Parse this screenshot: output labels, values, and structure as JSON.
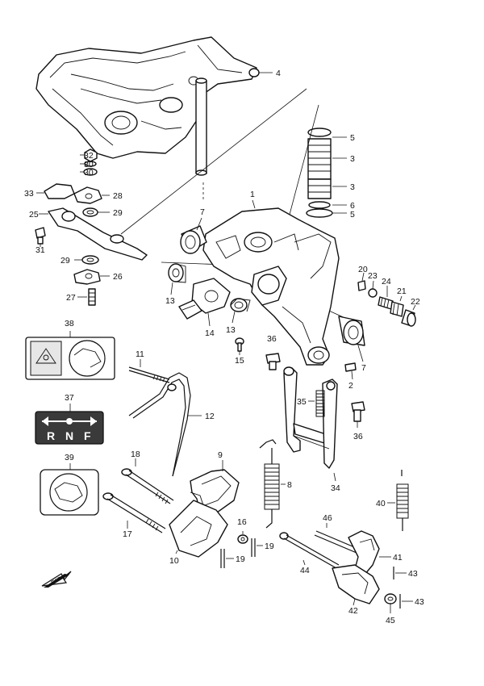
{
  "callouts": {
    "p1": "1",
    "p2": "2",
    "p3a": "3",
    "p3b": "3",
    "p4": "4",
    "p5a": "5",
    "p5b": "5",
    "p6": "6",
    "p7a": "7",
    "p7b": "7",
    "p8": "8",
    "p9": "9",
    "p10": "10",
    "p11": "11",
    "p12": "12",
    "p13a": "13",
    "p13b": "13",
    "p14": "14",
    "p15": "15",
    "p16": "16",
    "p17": "17",
    "p18": "18",
    "p19a": "19",
    "p19b": "19",
    "p20": "20",
    "p21": "21",
    "p22": "22",
    "p23": "23",
    "p24": "24",
    "p25": "25",
    "p26": "26",
    "p27": "27",
    "p28": "28",
    "p29a": "29",
    "p29b": "29",
    "p30a": "30",
    "p30b": "30",
    "p31": "31",
    "p32": "32",
    "p33": "33",
    "p34": "34",
    "p35": "35",
    "p36a": "36",
    "p36b": "36",
    "p37": "37",
    "p38": "38",
    "p39": "39",
    "p40": "40",
    "p41": "41",
    "p42": "42",
    "p43a": "43",
    "p43b": "43",
    "p44": "44",
    "p45": "45",
    "p46": "46"
  },
  "shift_sticker": {
    "r": "R",
    "n": "N",
    "f": "F"
  },
  "fwd_arrow": "FWD",
  "colors": {
    "line": "#111111",
    "paper": "#ffffff",
    "sticker_bg": "#3a3a3a"
  }
}
